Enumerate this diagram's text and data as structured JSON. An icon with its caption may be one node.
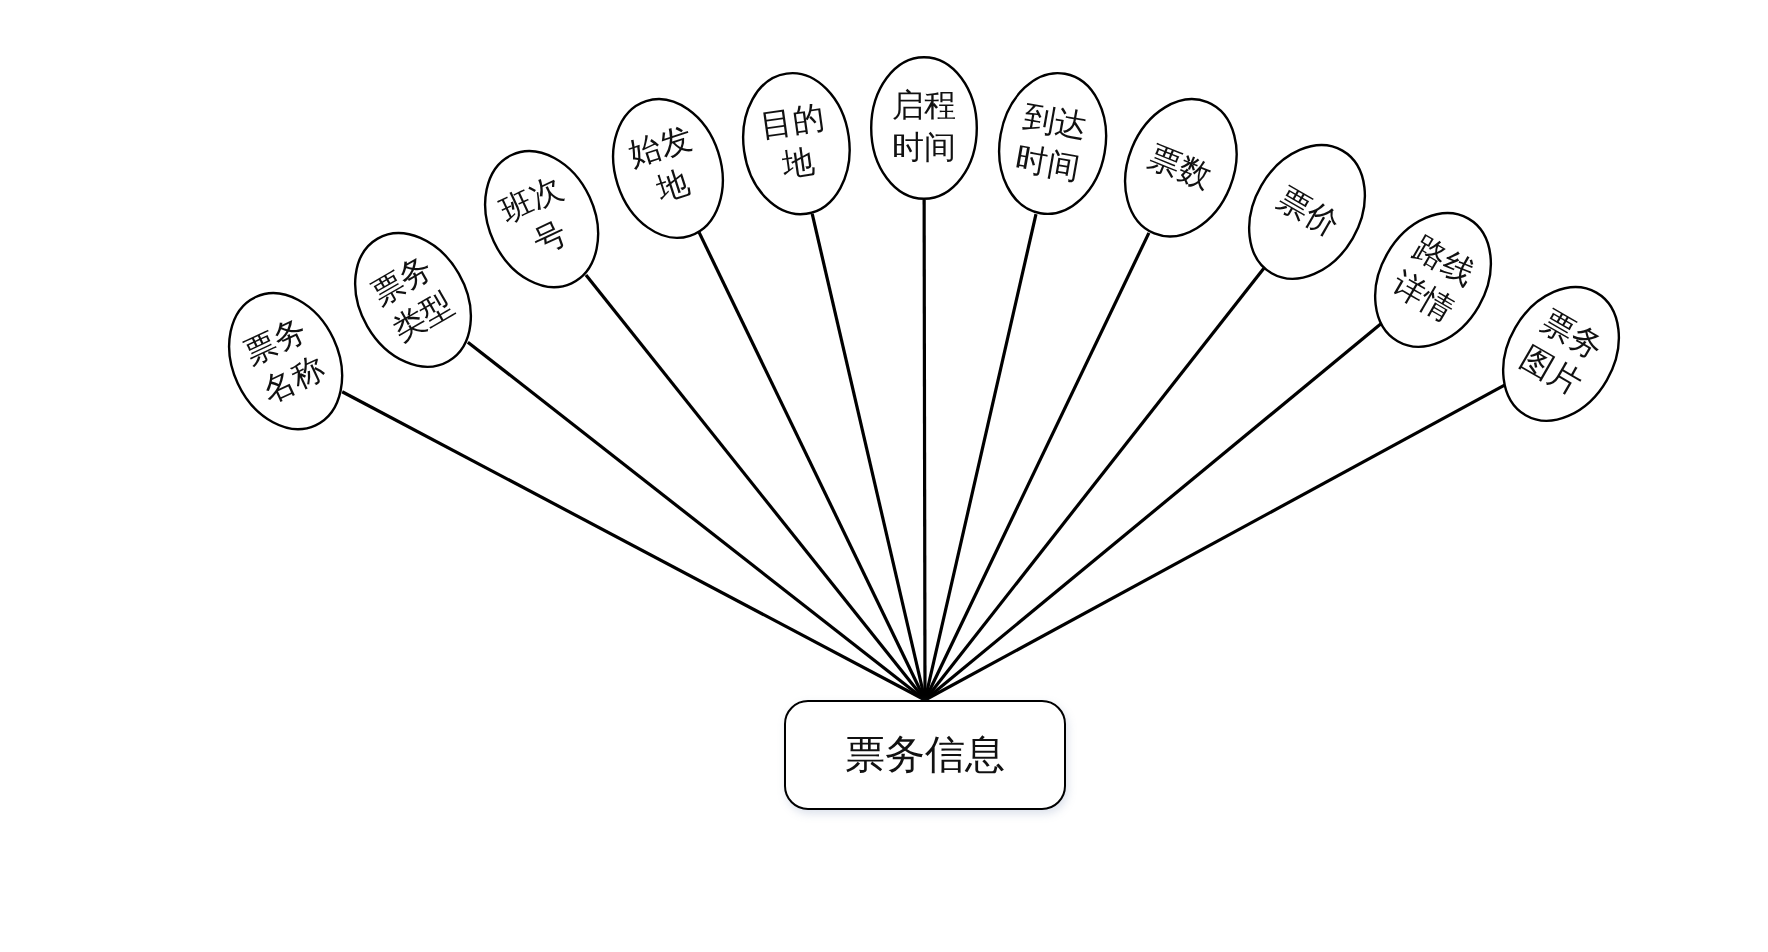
{
  "diagram": {
    "nodes": [
      {
        "text": [
          "票务信息"
        ]
      },
      {
        "text": [
          "票务名称"
        ]
      },
      {
        "text": [
          "票务类型"
        ]
      },
      {
        "text": [
          "班次号"
        ]
      },
      {
        "text": [
          "始发地"
        ]
      },
      {
        "text": [
          "目的地"
        ]
      },
      {
        "text": [
          "启程时间"
        ]
      },
      {
        "text": [
          "到达时间"
        ]
      },
      {
        "text": [
          "票数"
        ]
      },
      {
        "text": [
          "票价"
        ]
      },
      {
        "text": [
          "路线详情"
        ]
      },
      {
        "text": [
          "票务图片"
        ]
      }
    ],
    "edges": [
      {
        "from": 1,
        "to": 0,
        "arrow": "none"
      },
      {
        "from": 2,
        "to": 0,
        "arrow": "none"
      },
      {
        "from": 3,
        "to": 0,
        "arrow": "none"
      },
      {
        "from": 4,
        "to": 0,
        "arrow": "none"
      },
      {
        "from": 5,
        "to": 0,
        "arrow": "none"
      },
      {
        "from": 6,
        "to": 0,
        "arrow": "none"
      },
      {
        "from": 7,
        "to": 0,
        "arrow": "none"
      },
      {
        "from": 8,
        "to": 0,
        "arrow": "none"
      },
      {
        "from": 9,
        "to": 0,
        "arrow": "none"
      },
      {
        "from": 10,
        "to": 0,
        "arrow": "none"
      },
      {
        "from": 11,
        "to": 0,
        "arrow": "none"
      }
    ]
  }
}
